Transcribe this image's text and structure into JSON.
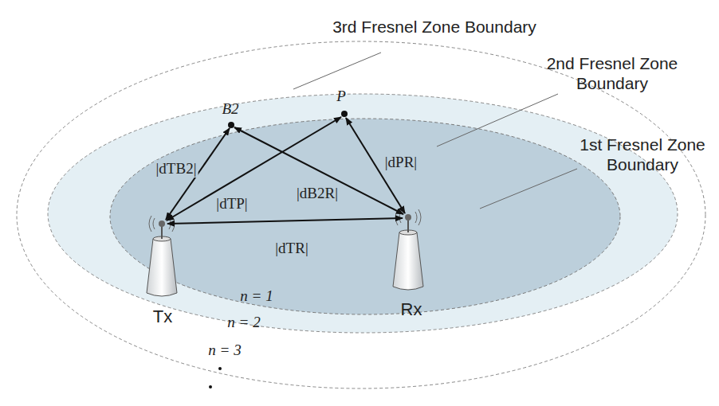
{
  "diagram": {
    "labels": [
      "3rd Fresnel Zone Boundary",
      "2nd Fresnel Zone Boundary",
      "1st Fresnel Zone Boundary",
      "B2",
      "P",
      "|dTB2|",
      "|dTP|",
      "|dB2R|",
      "|dPR|",
      "|dTR|",
      "n = 1",
      "n = 2",
      "n = 3",
      "Tx",
      "Rx"
    ]
  }
}
